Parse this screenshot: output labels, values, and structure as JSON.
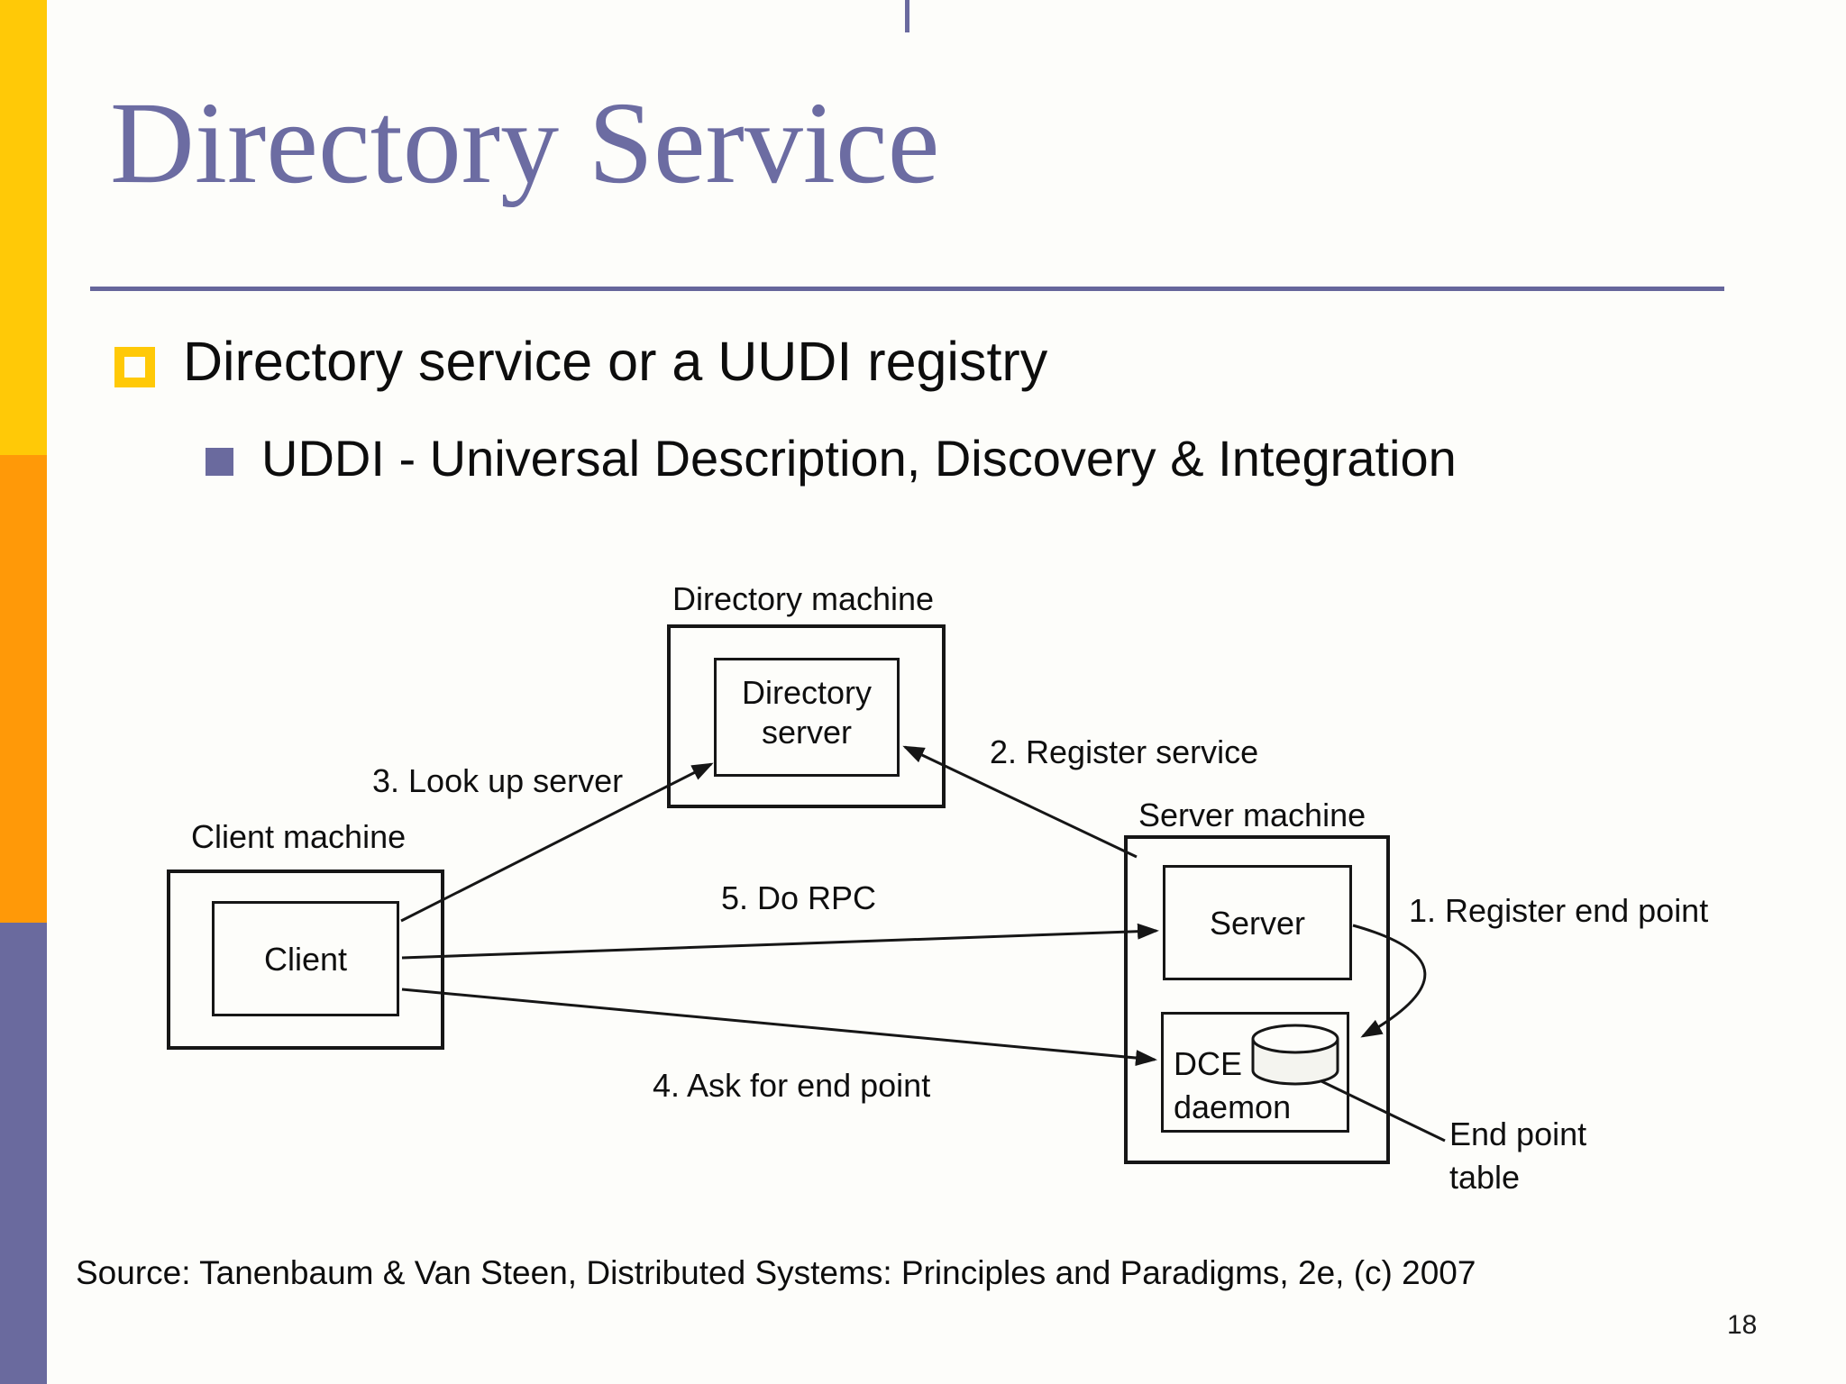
{
  "slide": {
    "title": "Directory Service",
    "bullets": [
      {
        "level": 1,
        "text": "Directory service or a UUDI registry"
      },
      {
        "level": 2,
        "text": "UDDI - Universal Description, Discovery & Integration"
      }
    ],
    "source": "Source: Tanenbaum & Van Steen, Distributed Systems: Principles and Paradigms, 2e, (c) 2007",
    "page_number": "18"
  },
  "diagram": {
    "directory_machine": {
      "label": "Directory machine",
      "server_line1": "Directory",
      "server_line2": "server"
    },
    "client_machine": {
      "label": "Client machine",
      "inner": "Client"
    },
    "server_machine": {
      "label": "Server machine",
      "inner": "Server",
      "dce_line1": "DCE",
      "dce_line2": "daemon"
    },
    "steps": {
      "register_endpoint": "1. Register end point",
      "register_service": "2. Register service",
      "lookup": "3. Look up server",
      "ask_endpoint": "4. Ask for end point",
      "do_rpc": "5. Do RPC"
    },
    "endpoint_table_line1": "End point",
    "endpoint_table_line2": "table"
  },
  "colors": {
    "accent_purple": "#6a6a9e",
    "accent_yellow": "#ffc907",
    "accent_orange": "#ff9908",
    "title_text": "#6c6ca2",
    "body_text": "#0d0d0d",
    "diagram_ink": "#161616"
  }
}
